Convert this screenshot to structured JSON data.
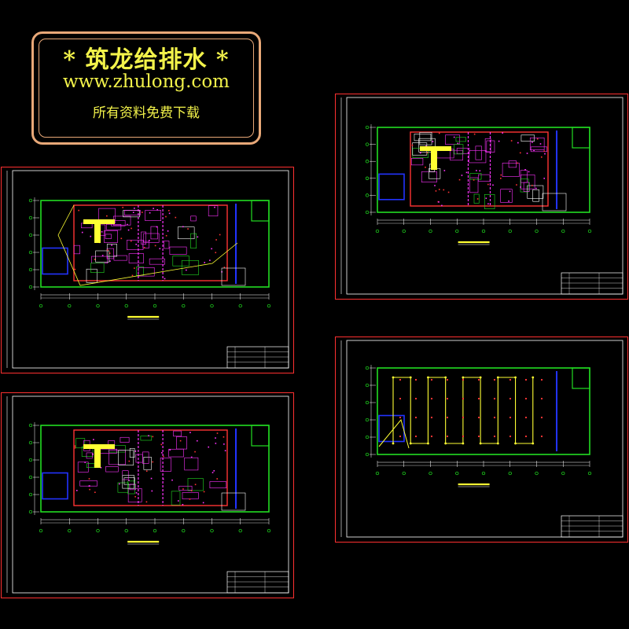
{
  "banner": {
    "line1": "* 筑龙给排水 *",
    "line2": "www.zhulong.com",
    "line3": "所有资料免费下载"
  },
  "colors": {
    "background": "#000000",
    "banner_border": "#e8a878",
    "banner_text": "#f2f24a",
    "sheet_border": "#ff3030",
    "frame_border": "#ffffff",
    "outline": "#22dd22",
    "pipe_blue": "#2233ff",
    "pipe_magenta": "#ff33ff",
    "pipe_red": "#ff3333",
    "pipe_yellow": "#ffff33",
    "axis_green": "#22ee22"
  },
  "sheets": [
    {
      "id": "sheet-top-left",
      "variant": "floor-plan-with-boundary"
    },
    {
      "id": "sheet-bottom-left",
      "variant": "floor-plan"
    },
    {
      "id": "sheet-top-right",
      "variant": "floor-plan-compact"
    },
    {
      "id": "sheet-bottom-right",
      "variant": "sprinkler-layout"
    }
  ]
}
